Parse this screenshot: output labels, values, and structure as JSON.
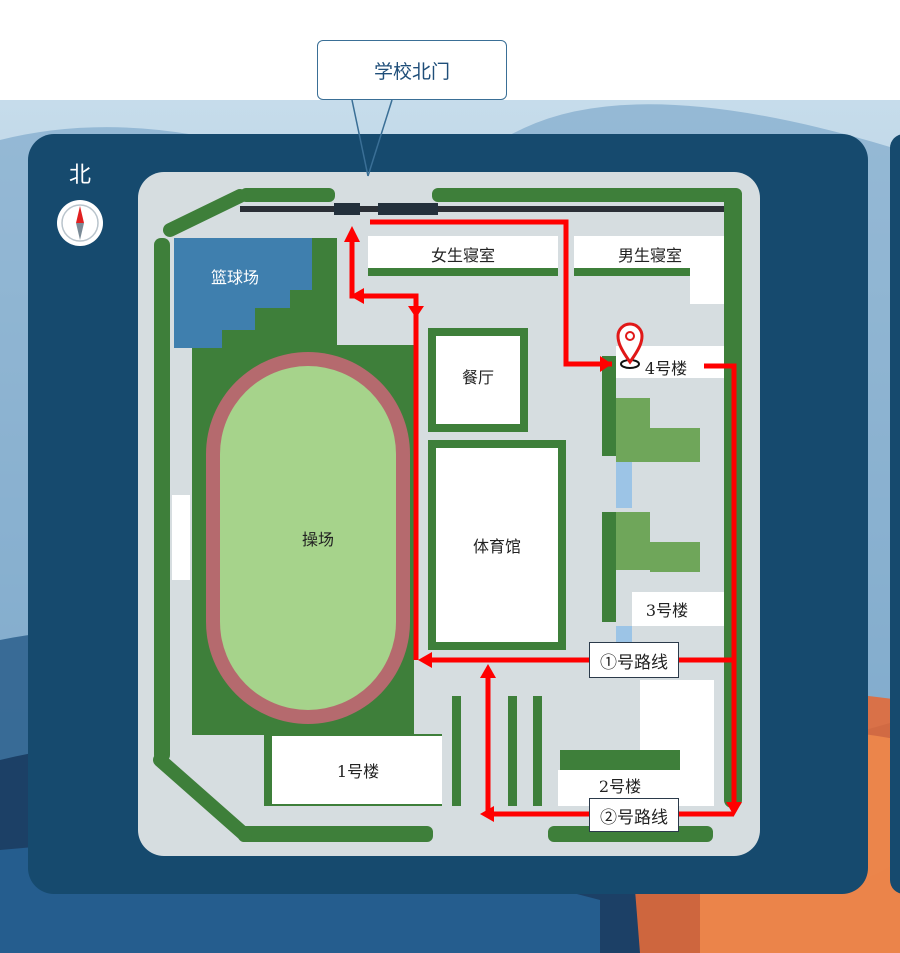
{
  "map": {
    "north_label": "北",
    "north_gate_callout": "学校北门",
    "places": {
      "girls_dorm": "女生寝室",
      "boys_dorm": "男生寝室",
      "basketball": "篮球场",
      "canteen": "餐厅",
      "building4": "4号楼",
      "playground": "操场",
      "gym": "体育馆",
      "building3": "3号楼",
      "building1": "1号楼",
      "building2": "2号楼"
    },
    "routes": {
      "route1": "①号路线",
      "route2": "②号路线"
    },
    "colors": {
      "route_red": "#ff0000",
      "green": "#3e7f3a",
      "light_green": "#9fcf86",
      "track": "#b56a6e",
      "campus_grey": "#d6dde0",
      "navy": "#164a6e",
      "basketball_blue": "#3f7fae"
    },
    "icons": [
      "compass-icon",
      "location-pin-icon"
    ]
  }
}
